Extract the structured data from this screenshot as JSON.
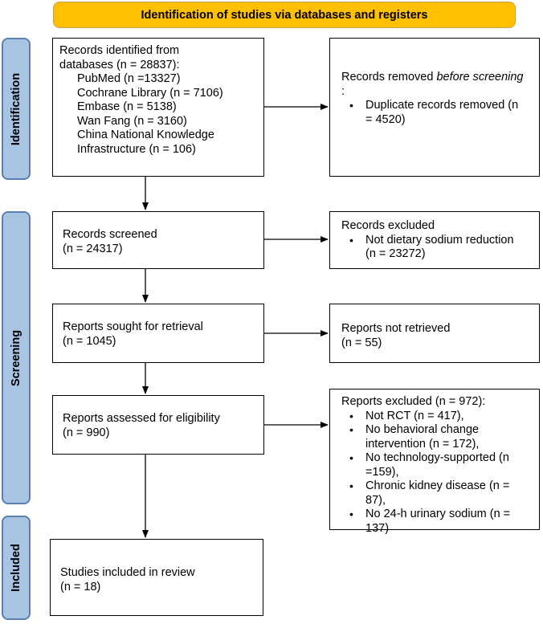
{
  "header": {
    "title": "Identification of studies via databases and registers"
  },
  "phases": {
    "identification": "Identification",
    "screening": "Screening",
    "included": "Included"
  },
  "identified": {
    "line1": "Records identified from",
    "line2": "databases (n = 28837):",
    "sources": [
      "PubMed (n =13327)",
      "Cochrane Library (n = 7106)",
      "Embase (n = 5138)",
      "Wan Fang (n = 3160)",
      "China National Knowledge",
      "Infrastructure (n = 106)"
    ]
  },
  "removed": {
    "prefix": "Records removed ",
    "emphasis": "before screening",
    "suffix": ":",
    "item": "Duplicate records removed (n = 4520)"
  },
  "screened": {
    "label": "Records screened",
    "count": "(n = 24317)"
  },
  "excluded": {
    "title": "Records excluded",
    "item": "Not dietary sodium reduction (n = 23272)"
  },
  "sought": {
    "label": "Reports sought for retrieval",
    "count": "(n = 1045)"
  },
  "not_retrieved": {
    "label": "Reports not retrieved",
    "count": "(n = 55)"
  },
  "assessed": {
    "label": "Reports assessed for eligibility",
    "count": "(n = 990)"
  },
  "reports_excluded": {
    "title": "Reports excluded (n = 972):",
    "items": [
      "Not RCT (n = 417),",
      "No behavioral change intervention (n = 172),",
      "No technology-supported (n =159),",
      "Chronic kidney disease (n = 87),",
      "No 24-h urinary sodium (n = 137)"
    ]
  },
  "included": {
    "label": "Studies included in review",
    "count": "(n = 18)"
  },
  "colors": {
    "header_fill": "#ffc000",
    "phase_fill": "#a8c4e2",
    "phase_border": "#5b7fb0",
    "box_border": "#000000"
  }
}
